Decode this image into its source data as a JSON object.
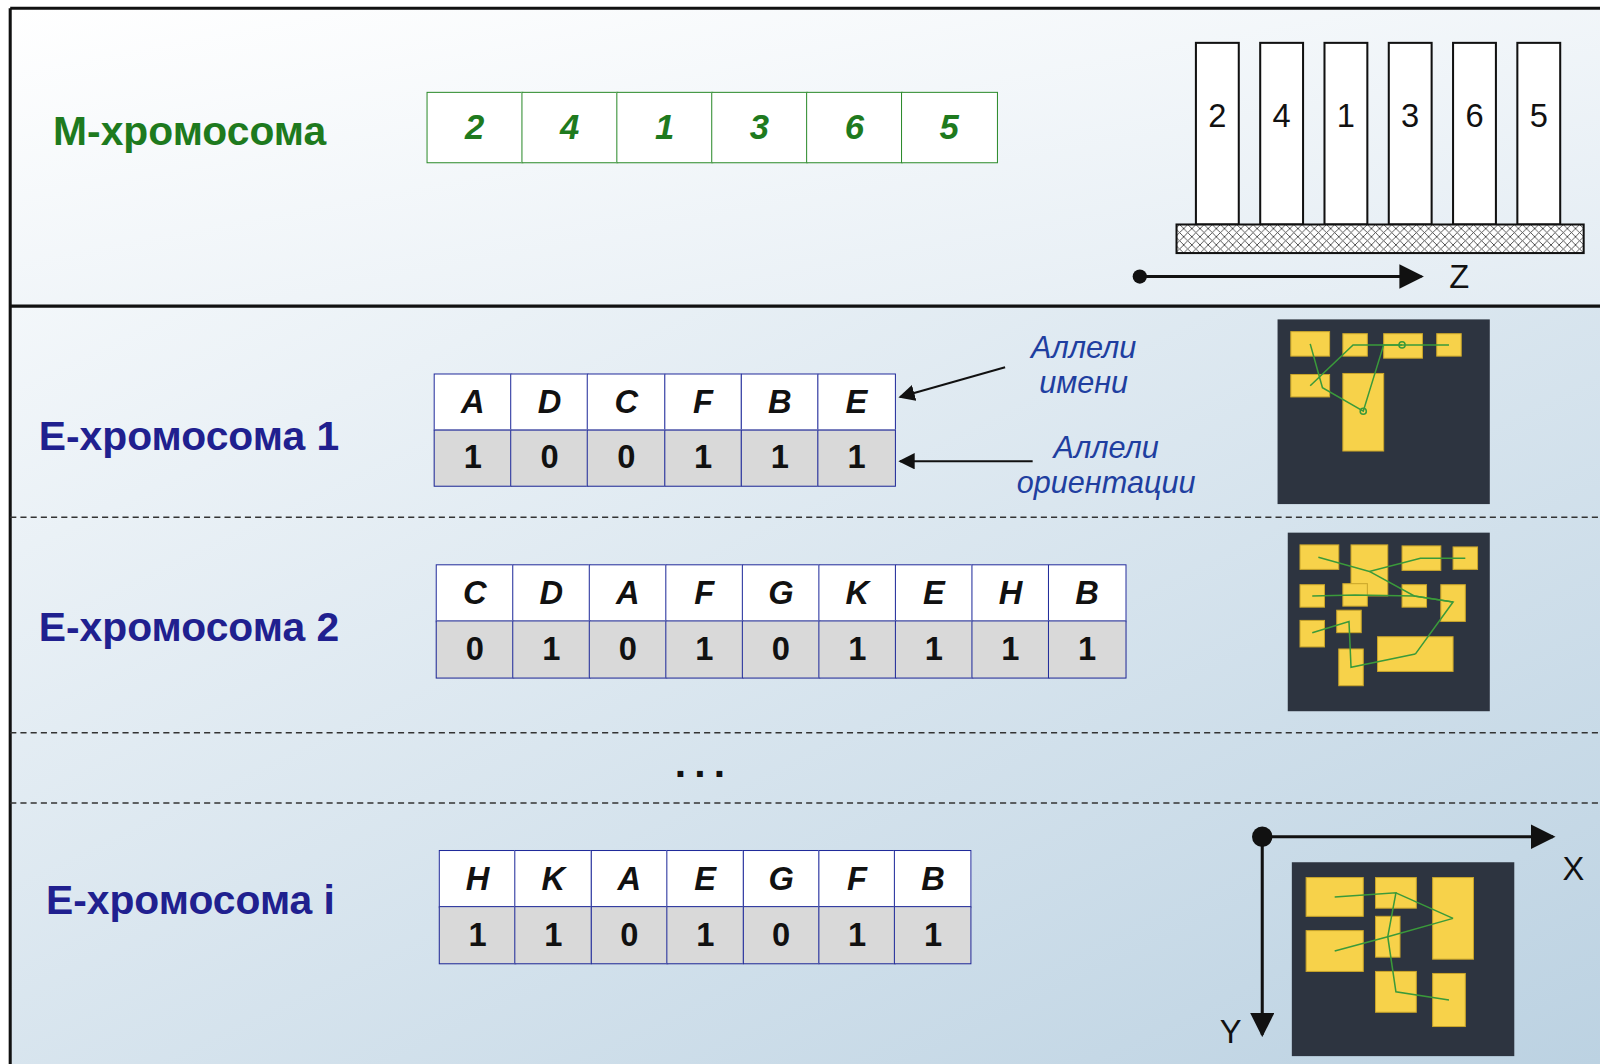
{
  "diagram": {
    "labels": [
      "М-хромосома",
      "2",
      "4",
      "1",
      "3",
      "6",
      "5",
      "2",
      "4",
      "1",
      "3",
      "6",
      "5",
      "Z",
      "Е-хромосома 1",
      "A",
      "D",
      "C",
      "F",
      "B",
      "E",
      "1",
      "0",
      "0",
      "1",
      "1",
      "1",
      "Аллели имени",
      "Аллели ориентации",
      "Е-хромосома 2",
      "C",
      "D",
      "A",
      "F",
      "G",
      "K",
      "E",
      "H",
      "B",
      "0",
      "1",
      "0",
      "1",
      "0",
      "1",
      "1",
      "1",
      "1",
      "...",
      "Е-хромосома i",
      "H",
      "K",
      "A",
      "E",
      "G",
      "F",
      "B",
      "1",
      "1",
      "0",
      "1",
      "0",
      "1",
      "1",
      "X",
      "Y"
    ]
  }
}
